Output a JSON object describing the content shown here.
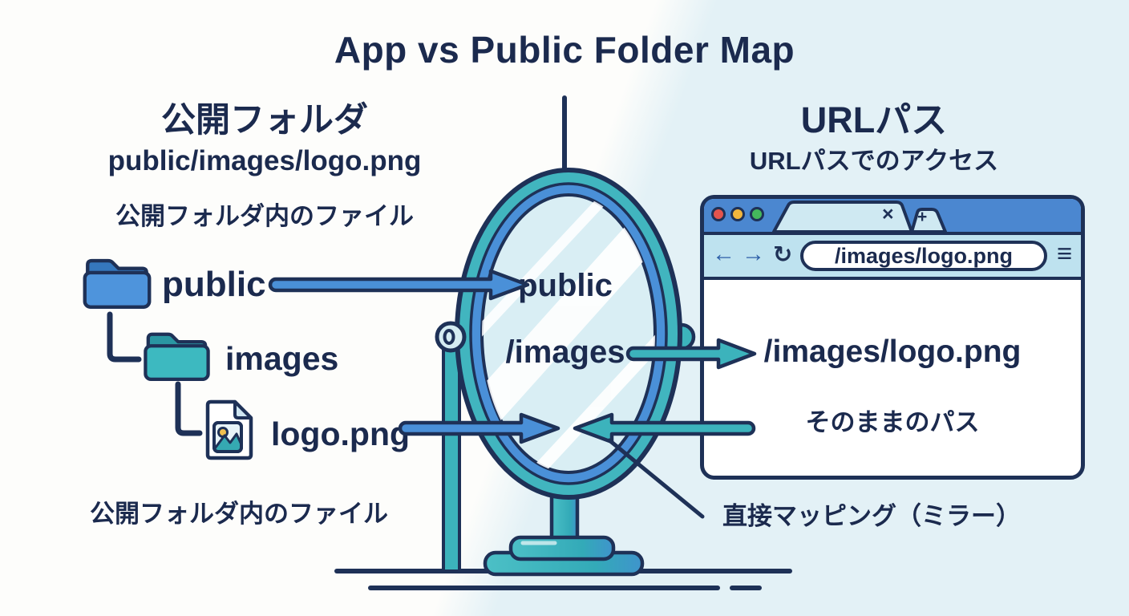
{
  "title": "App vs Public Folder Map",
  "left": {
    "heading": "公開フォルダ",
    "path_example": "public/images/logo.png",
    "caption_top": "公開フォルダ内のファイル",
    "caption_bottom": "公開フォルダ内のファイル",
    "tree": [
      {
        "label": "public"
      },
      {
        "label": "images"
      },
      {
        "label": "logo.png"
      }
    ]
  },
  "mirror": {
    "top_label": "public",
    "bottom_label": "/images"
  },
  "right": {
    "heading": "URLパス",
    "subheading": "URLパスでのアクセス",
    "mapping_note": "直接マッピング（ミラー）",
    "browser": {
      "tab_close": "×",
      "tab_new": "+",
      "back_icon": "←",
      "forward_icon": "→",
      "reload_icon": "↻",
      "menu_icon": "≡",
      "address": "/images/logo.png",
      "content_path": "/images/logo.png",
      "content_caption": "そのままのパス"
    }
  },
  "colors": {
    "navy": "#1e3157",
    "blue": "#4a90d8",
    "teal": "#3cb3bc",
    "bg_left": "#fdfdfb",
    "bg_right": "#e3f1f6",
    "browser_bar": "#4b87d0",
    "browser_toolbar": "#bee2ef",
    "traffic_red": "#e4544d",
    "traffic_yellow": "#f2b63c",
    "traffic_green": "#44b85c"
  }
}
